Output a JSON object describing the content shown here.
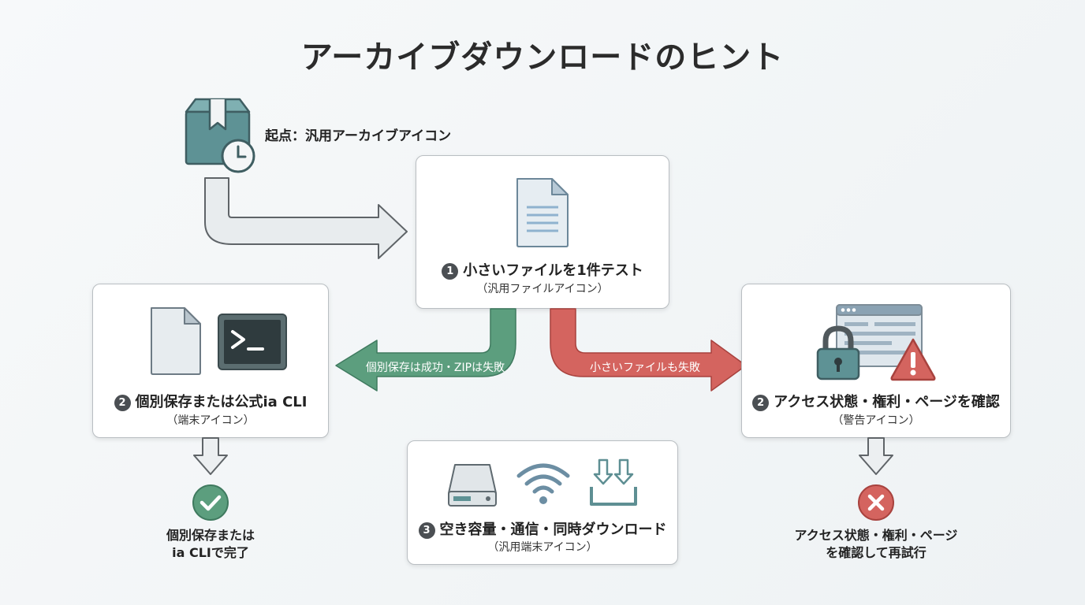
{
  "title": "アーカイブダウンロードのヒント",
  "start": {
    "label": "起点：汎用アーカイブアイコン",
    "icon": "archive-box-clock-icon"
  },
  "step1": {
    "number": "1",
    "title": "小さいファイルを1件テスト",
    "subtitle": "（汎用ファイルアイコン）",
    "icon": "document-icon"
  },
  "left_branch": {
    "arrow_label": "個別保存は成功・ZIPは失敗",
    "color": "#5c9e7e",
    "step": {
      "number": "2",
      "title": "個別保存または公式ia CLI",
      "subtitle": "（端末アイコン）",
      "icons": [
        "file-icon",
        "terminal-icon"
      ]
    },
    "result": {
      "line1": "個別保存または",
      "line2": "ia CLIで完了",
      "icon": "check-circle-icon",
      "color": "#5c9e7e"
    }
  },
  "right_branch": {
    "arrow_label": "小さいファイルも失敗",
    "color": "#d4645f",
    "step": {
      "number": "2",
      "title": "アクセス状態・権利・ページを確認",
      "subtitle": "（警告アイコン）",
      "icons": [
        "lock-icon",
        "browser-window-icon",
        "warning-icon"
      ]
    },
    "result": {
      "line1": "アクセス状態・権利・ページ",
      "line2": "を確認して再試行",
      "icon": "x-circle-icon",
      "color": "#d4645f"
    }
  },
  "step3": {
    "number": "3",
    "title": "空き容量・通信・同時ダウンロード",
    "subtitle": "（汎用端末アイコン）",
    "icons": [
      "hard-drive-icon",
      "wifi-icon",
      "download-icon"
    ]
  },
  "colors": {
    "icon_teal": "#5e8f93",
    "icon_light": "#dfe6ea",
    "gray_arrow": "#e6eaec"
  }
}
